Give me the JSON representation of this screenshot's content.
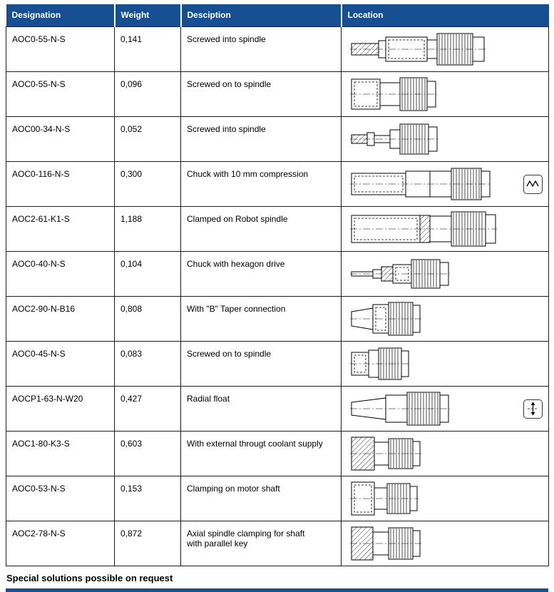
{
  "colors": {
    "header_bg": "#164f92",
    "border": "#1c1c1c"
  },
  "table": {
    "columns": [
      "Designation",
      "Weight",
      "Desciption",
      "Location"
    ],
    "rows": [
      {
        "designation": "AOC0-55-N-S",
        "weight": "0,141",
        "description": "Screwed into spindle",
        "drawing": {
          "segments": [
            {
              "w": 38,
              "h": 16,
              "s": "thread"
            },
            {
              "w": 10,
              "h": 24,
              "s": "plain"
            },
            {
              "w": 58,
              "h": 34,
              "s": "dash"
            },
            {
              "w": 14,
              "h": 26,
              "s": "plain"
            },
            {
              "w": 50,
              "h": 44,
              "s": "ribs"
            },
            {
              "w": 16,
              "h": 34,
              "s": "plain"
            }
          ]
        },
        "badge": null
      },
      {
        "designation": "AOC0-55-N-S",
        "weight": "0,096",
        "description": "Screwed on to spindle",
        "drawing": {
          "segments": [
            {
              "w": 40,
              "h": 42,
              "s": "dash"
            },
            {
              "w": 28,
              "h": 32,
              "s": "plain"
            },
            {
              "w": 38,
              "h": 46,
              "s": "ribs"
            },
            {
              "w": 12,
              "h": 36,
              "s": "plain"
            }
          ]
        },
        "badge": null
      },
      {
        "designation": "AOC00-34-N-S",
        "weight": "0,052",
        "description": "Screwed into spindle",
        "drawing": {
          "segments": [
            {
              "w": 22,
              "h": 12,
              "s": "thread"
            },
            {
              "w": 10,
              "h": 18,
              "s": "plain"
            },
            {
              "w": 22,
              "h": 10,
              "s": "plain"
            },
            {
              "w": 14,
              "h": 26,
              "s": "plain"
            },
            {
              "w": 40,
              "h": 42,
              "s": "ribs"
            },
            {
              "w": 12,
              "h": 34,
              "s": "plain"
            }
          ]
        },
        "badge": null
      },
      {
        "designation": "AOC0-116-N-S",
        "weight": "0,300",
        "description": "Chuck with 10 mm compression",
        "drawing": {
          "segments": [
            {
              "w": 76,
              "h": 30,
              "s": "dash"
            },
            {
              "w": 34,
              "h": 36,
              "s": "plain"
            },
            {
              "w": 30,
              "h": 36,
              "s": "plain"
            },
            {
              "w": 42,
              "h": 44,
              "s": "ribs"
            },
            {
              "w": 12,
              "h": 36,
              "s": "plain"
            }
          ]
        },
        "badge": {
          "name": "compression-icon",
          "symbol": "wave"
        }
      },
      {
        "designation": "AOC2-61-K1-S",
        "weight": "1,188",
        "description": "Clamped on Robot spindle",
        "drawing": {
          "segments": [
            {
              "w": 96,
              "h": 38,
              "s": "dash"
            },
            {
              "w": 14,
              "h": 38,
              "s": "hatch"
            },
            {
              "w": 30,
              "h": 36,
              "s": "plain"
            },
            {
              "w": 48,
              "h": 48,
              "s": "ribs"
            },
            {
              "w": 14,
              "h": 40,
              "s": "plain"
            }
          ]
        },
        "badge": null
      },
      {
        "designation": "AOC0-40-N-S",
        "weight": "0,104",
        "description": "Chuck with hexagon drive",
        "drawing": {
          "segments": [
            {
              "w": 30,
              "h": 6,
              "s": "plain"
            },
            {
              "w": 12,
              "h": 12,
              "s": "plain"
            },
            {
              "w": 16,
              "h": 20,
              "s": "hatch"
            },
            {
              "w": 26,
              "h": 26,
              "s": "dash"
            },
            {
              "w": 40,
              "h": 40,
              "s": "ribs"
            },
            {
              "w": 12,
              "h": 32,
              "s": "plain"
            }
          ]
        },
        "badge": null
      },
      {
        "designation": "AOC2-90-N-B16",
        "weight": "0,808",
        "description": "With \"B\" Taper connection",
        "drawing": {
          "segments": [
            {
              "w": 30,
              "h": 30,
              "h2": 20,
              "s": "taper"
            },
            {
              "w": 22,
              "h": 40,
              "s": "dash"
            },
            {
              "w": 34,
              "h": 46,
              "s": "ribs"
            },
            {
              "w": 10,
              "h": 38,
              "s": "plain"
            }
          ]
        },
        "badge": null
      },
      {
        "designation": "AOC0-45-N-S",
        "weight": "0,083",
        "description": "Screwed on to spindle",
        "drawing": {
          "segments": [
            {
              "w": 24,
              "h": 32,
              "s": "dash"
            },
            {
              "w": 14,
              "h": 38,
              "s": "plain"
            },
            {
              "w": 32,
              "h": 44,
              "s": "ribs"
            },
            {
              "w": 10,
              "h": 36,
              "s": "plain"
            }
          ]
        },
        "badge": null
      },
      {
        "designation": "AOCP1-63-N-W20",
        "weight": "0,427",
        "description": "Radial float",
        "drawing": {
          "segments": [
            {
              "w": 48,
              "h": 30,
              "h2": 18,
              "s": "taper"
            },
            {
              "w": 30,
              "h": 38,
              "s": "plain"
            },
            {
              "w": 46,
              "h": 46,
              "s": "ribs"
            },
            {
              "w": 12,
              "h": 38,
              "s": "plain"
            }
          ]
        },
        "badge": {
          "name": "radial-float-icon",
          "symbol": "arrow-updown"
        }
      },
      {
        "designation": "AOC1-80-K3-S",
        "weight": "0,603",
        "description": "With external througt coolant supply",
        "drawing": {
          "segments": [
            {
              "w": 32,
              "h": 46,
              "s": "hatch"
            },
            {
              "w": 20,
              "h": 32,
              "s": "plain"
            },
            {
              "w": 34,
              "h": 42,
              "s": "ribs"
            },
            {
              "w": 10,
              "h": 34,
              "s": "plain"
            }
          ]
        },
        "badge": null
      },
      {
        "designation": "AOC0-53-N-S",
        "weight": "0,153",
        "description": "Clamping on motor shaft",
        "drawing": {
          "segments": [
            {
              "w": 32,
              "h": 46,
              "s": "dash"
            },
            {
              "w": 18,
              "h": 30,
              "s": "plain"
            },
            {
              "w": 32,
              "h": 42,
              "s": "ribs"
            },
            {
              "w": 10,
              "h": 34,
              "s": "plain"
            }
          ]
        },
        "badge": null
      },
      {
        "designation": "AOC2-78-N-S",
        "weight": "0,872",
        "description": "Axial spindle clamping for shaft\nwith parallel key",
        "drawing": {
          "segments": [
            {
              "w": 30,
              "h": 46,
              "s": "hatch"
            },
            {
              "w": 22,
              "h": 32,
              "s": "plain"
            },
            {
              "w": 34,
              "h": 44,
              "s": "ribs"
            },
            {
              "w": 10,
              "h": 36,
              "s": "plain"
            }
          ]
        },
        "badge": null
      }
    ]
  },
  "footer": {
    "note": "Special solutions possible on request"
  }
}
